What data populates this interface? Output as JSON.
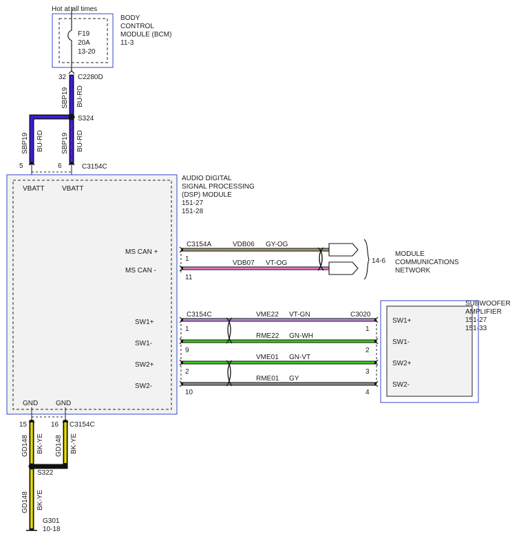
{
  "colors": {
    "bu_rd_blue": "#3a1fd6",
    "bu_rd_red": "#c0142a",
    "bk_ye_yellow": "#e8e000",
    "gy_og_gray": "#9a9a7a",
    "gy_og_orange": "#d08a2a",
    "vt_og_violet": "#e87ac8",
    "vt_gn_violet": "#b888d8",
    "gn_green": "#3ac81a",
    "gy_gray": "#8c8c8c",
    "module_fill": "#f2f2f2",
    "module_border": "#3344cc"
  },
  "bcm": {
    "top_note": "Hot at all times",
    "fuse_name": "F19",
    "fuse_rating": "20A",
    "fuse_ref": "13-20",
    "title_line1": "BODY",
    "title_line2": "CONTROL",
    "title_line3": "MODULE (BCM)",
    "page_ref": "11-3",
    "pin": "32",
    "connector": "C2280D"
  },
  "power_circuit": {
    "upper_code": "SBP19",
    "upper_color": "BU-RD",
    "splice": "S324",
    "left_code": "SBP19",
    "left_color": "BU-RD",
    "right_code": "SBP19",
    "right_color": "BU-RD"
  },
  "dsp": {
    "pin_left": "5",
    "pin_right": "6",
    "top_connector": "C3154C",
    "title_line1": "AUDIO DIGITAL",
    "title_line2": "SIGNAL PROCESSING",
    "title_line3": "(DSP) MODULE",
    "ref1": "151-27",
    "ref2": "151-28",
    "vbatt_left": "VBATT",
    "vbatt_right": "VBATT",
    "ms_can_plus": "MS CAN +",
    "ms_can_minus": "MS CAN -",
    "sw1_plus": "SW1+",
    "sw1_minus": "SW1-",
    "sw2_plus": "SW2+",
    "sw2_minus": "SW2-",
    "gnd_left": "GND",
    "gnd_right": "GND"
  },
  "can_bus": {
    "connector": "C3154A",
    "pin_plus": "1",
    "pin_minus": "11",
    "wire_plus_code": "VDB06",
    "wire_plus_color": "GY-OG",
    "wire_minus_code": "VDB07",
    "wire_minus_color": "VT-OG",
    "page_ref": "14-6",
    "network_line1": "MODULE",
    "network_line2": "COMMUNICATIONS",
    "network_line3": "NETWORK"
  },
  "speaker_circuit": {
    "dsp_connector": "C3154C",
    "amp_connector": "C3020",
    "dsp_pins": [
      "1",
      "9",
      "2",
      "10"
    ],
    "amp_pins": [
      "1",
      "2",
      "3",
      "4"
    ],
    "codes": [
      "VME22",
      "RME22",
      "VME01",
      "RME01"
    ],
    "wire_colors": [
      "VT-GN",
      "GN-WH",
      "GN-VT",
      "GY"
    ]
  },
  "amp": {
    "title_line1": "SUBWOOFER",
    "title_line2": "AMPLIFIER",
    "ref1": "151-27",
    "ref2": "151-33",
    "sw1_plus": "SW1+",
    "sw1_minus": "SW1-",
    "sw2_plus": "SW2+",
    "sw2_minus": "SW2-"
  },
  "ground": {
    "pin_left": "15",
    "pin_right": "16",
    "connector": "C3154C",
    "left_code": "GD148",
    "left_color": "BK-YE",
    "right_code": "GD148",
    "right_color": "BK-YE",
    "splice": "S322",
    "lower_code": "GD148",
    "lower_color": "BK-YE",
    "ground_point": "G301",
    "page_ref": "10-18"
  }
}
